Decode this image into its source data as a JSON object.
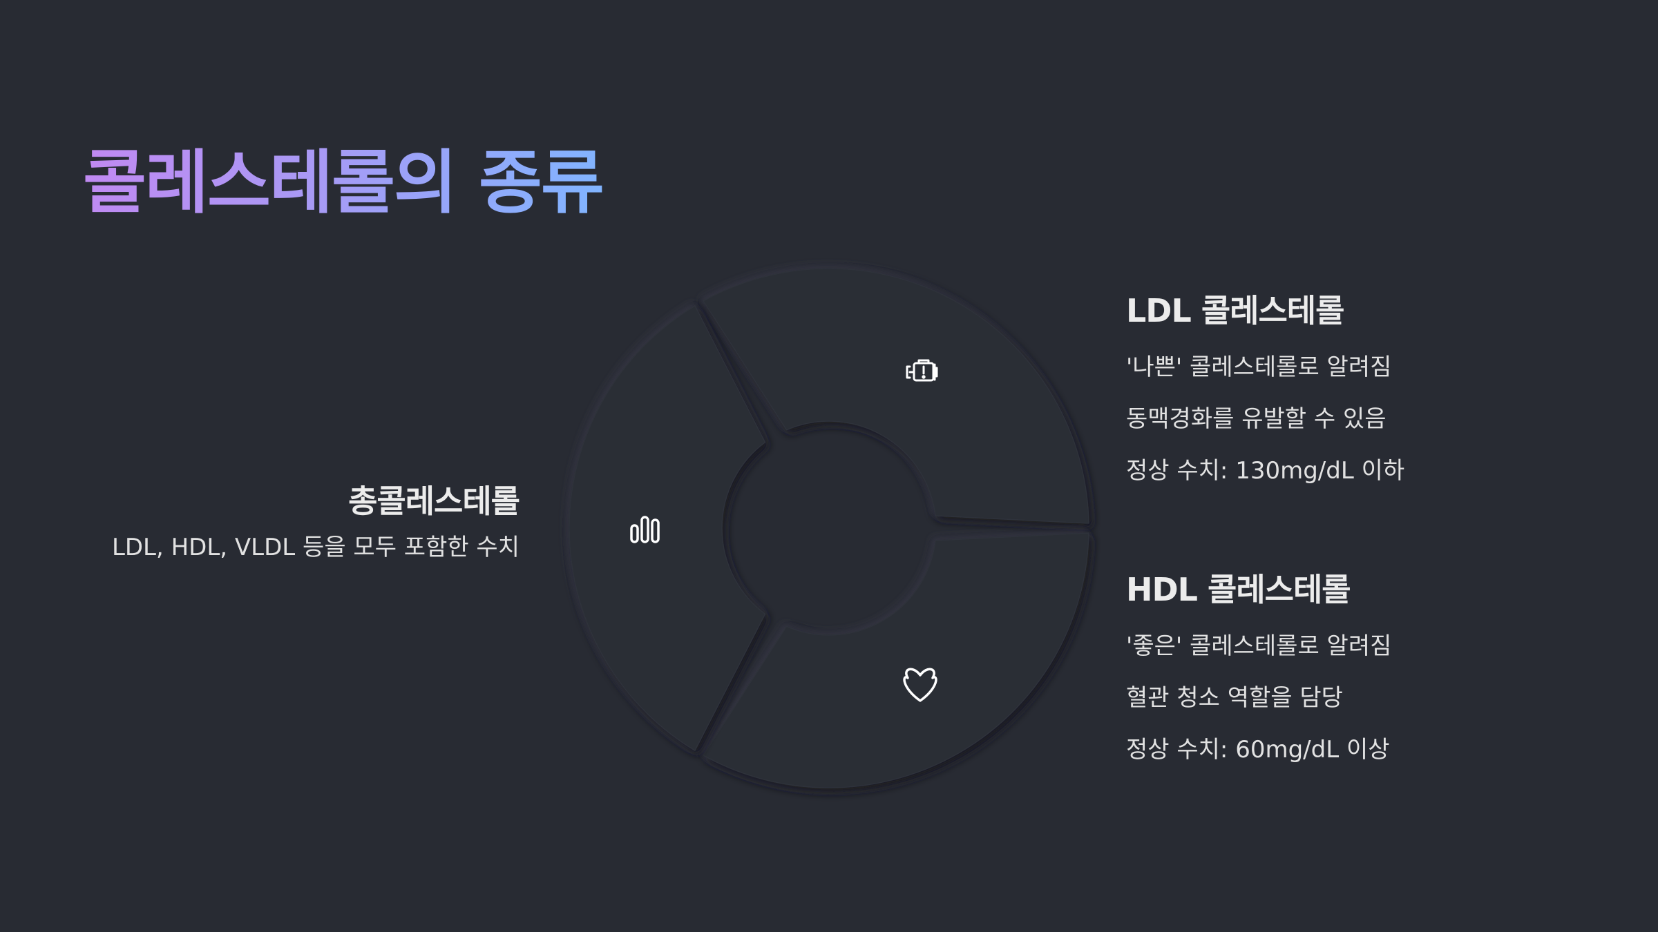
{
  "title": "콜레스테롤의 종류",
  "total": {
    "heading": "총콜레스테롤",
    "description": "LDL, HDL, VLDL 등을 모두 포함한 수치",
    "icon": "bar-chart-icon"
  },
  "ldl": {
    "heading": "LDL 콜레스테롤",
    "lines": [
      "'나쁜' 콜레스테롤로 알려짐",
      "동맥경화를 유발할 수 있음",
      "정상 수치: 130mg/dL 이하"
    ],
    "icon": "engine-warning-icon"
  },
  "hdl": {
    "heading": "HDL 콜레스테롤",
    "lines": [
      "'좋은' 콜레스테롤로 알려짐",
      "혈관 청소 역할을 담당",
      "정상 수치: 60mg/dL 이상"
    ],
    "icon": "heart-icon"
  },
  "colors": {
    "background": "#282b33",
    "segment": "#2a2d35",
    "title_gradient_start": "#c189f2",
    "title_gradient_end": "#80b5ff",
    "icon": "#ffffff"
  }
}
